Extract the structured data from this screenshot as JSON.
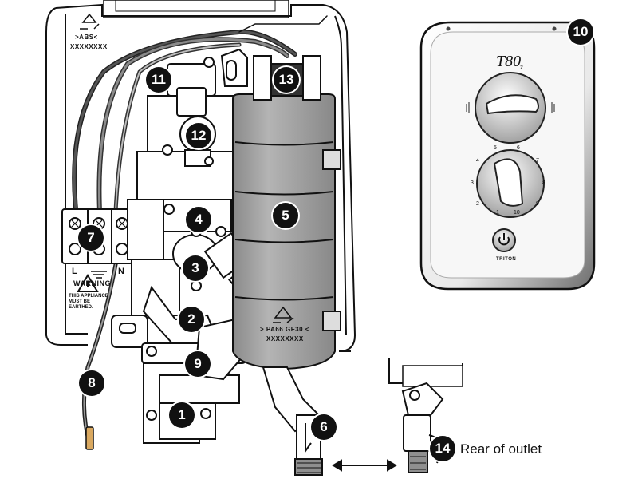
{
  "labels": {
    "recycle_code_left": ">ABS<",
    "code_left": "XXXXXXXX",
    "terminal_l": "L",
    "terminal_n": "N",
    "warning": "WARNING",
    "warning_note": "THIS APPLIANCE MUST BE EARTHED.",
    "recycle_code_tank": "> PA66 GF30 <",
    "code_tank": "XXXXXXXX",
    "brand_model": "T80",
    "brand_model_sub": "z",
    "brand_name": "TRITON",
    "rear_outlet": "Rear of outlet"
  },
  "dial_numbers": [
    "1",
    "2",
    "3",
    "4",
    "5",
    "6",
    "7",
    "8",
    "9",
    "10"
  ],
  "callouts": [
    "1",
    "2",
    "3",
    "4",
    "5",
    "6",
    "7",
    "8",
    "9",
    "10",
    "11",
    "12",
    "13",
    "14"
  ],
  "colors": {
    "ink": "#111111",
    "tank": "#9a9a9a",
    "panel": "#f4f4f4"
  }
}
